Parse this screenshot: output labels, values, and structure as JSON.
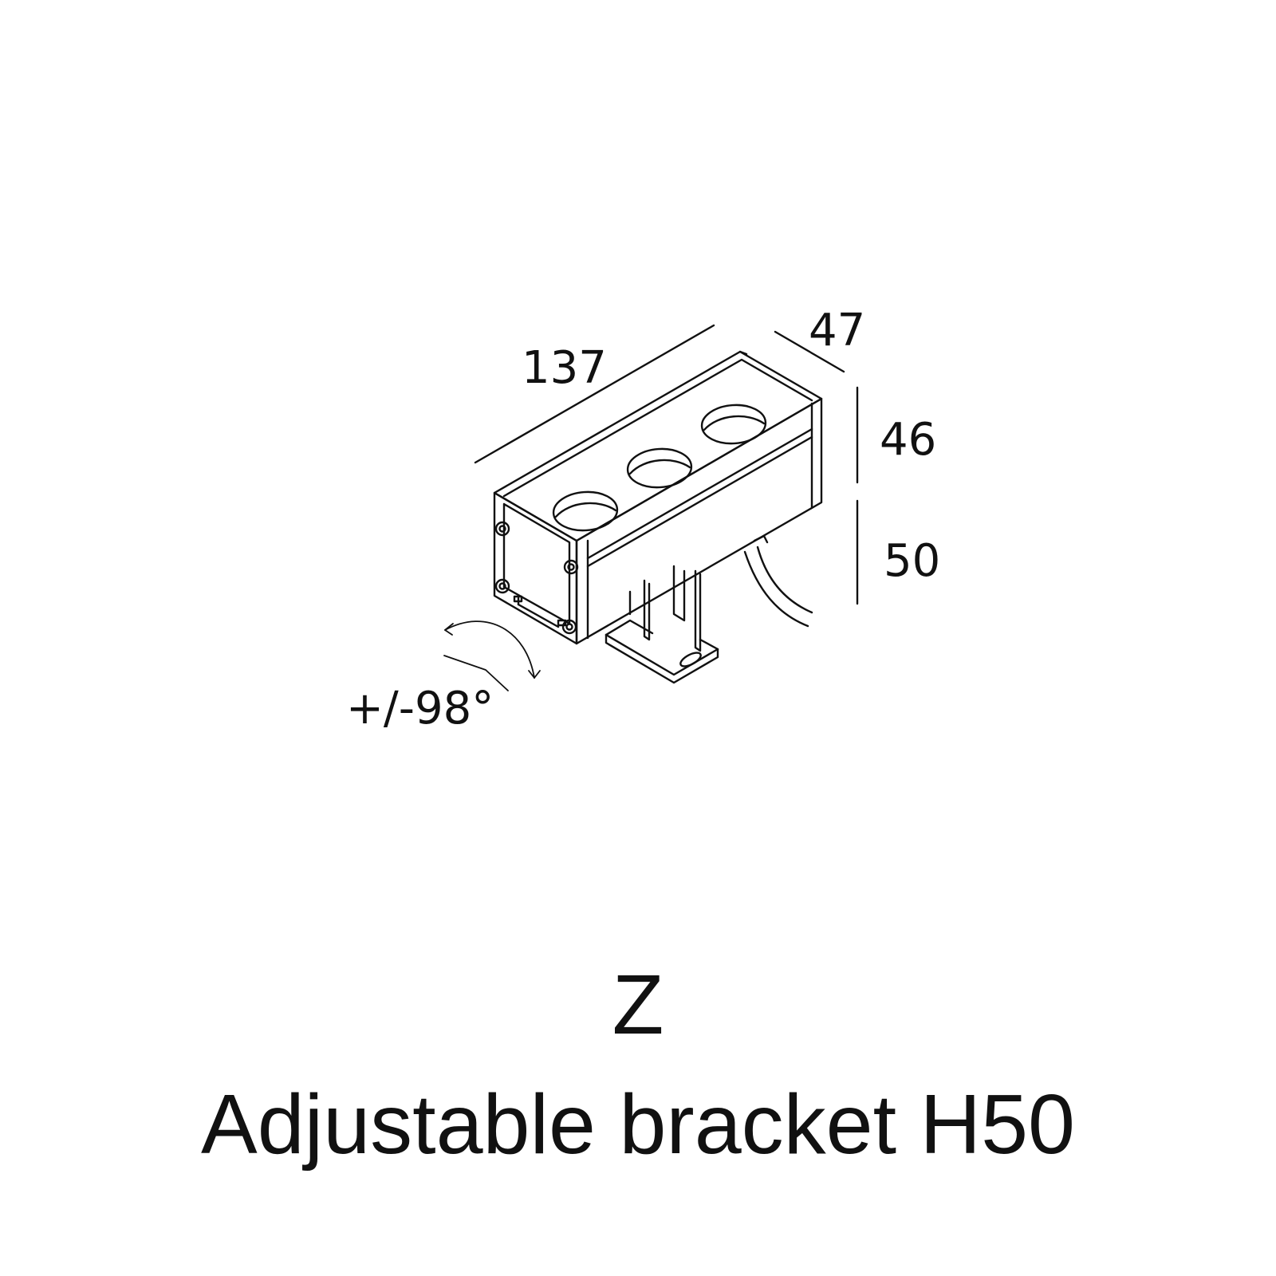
{
  "dimensions": {
    "length": "137",
    "depth": "47",
    "head_height": "46",
    "bracket_height": "50",
    "rotation": "+/-98°"
  },
  "caption": {
    "code": "Z",
    "name": "Adjustable bracket H50"
  },
  "colors": {
    "line": "#111111",
    "background": "#ffffff"
  }
}
